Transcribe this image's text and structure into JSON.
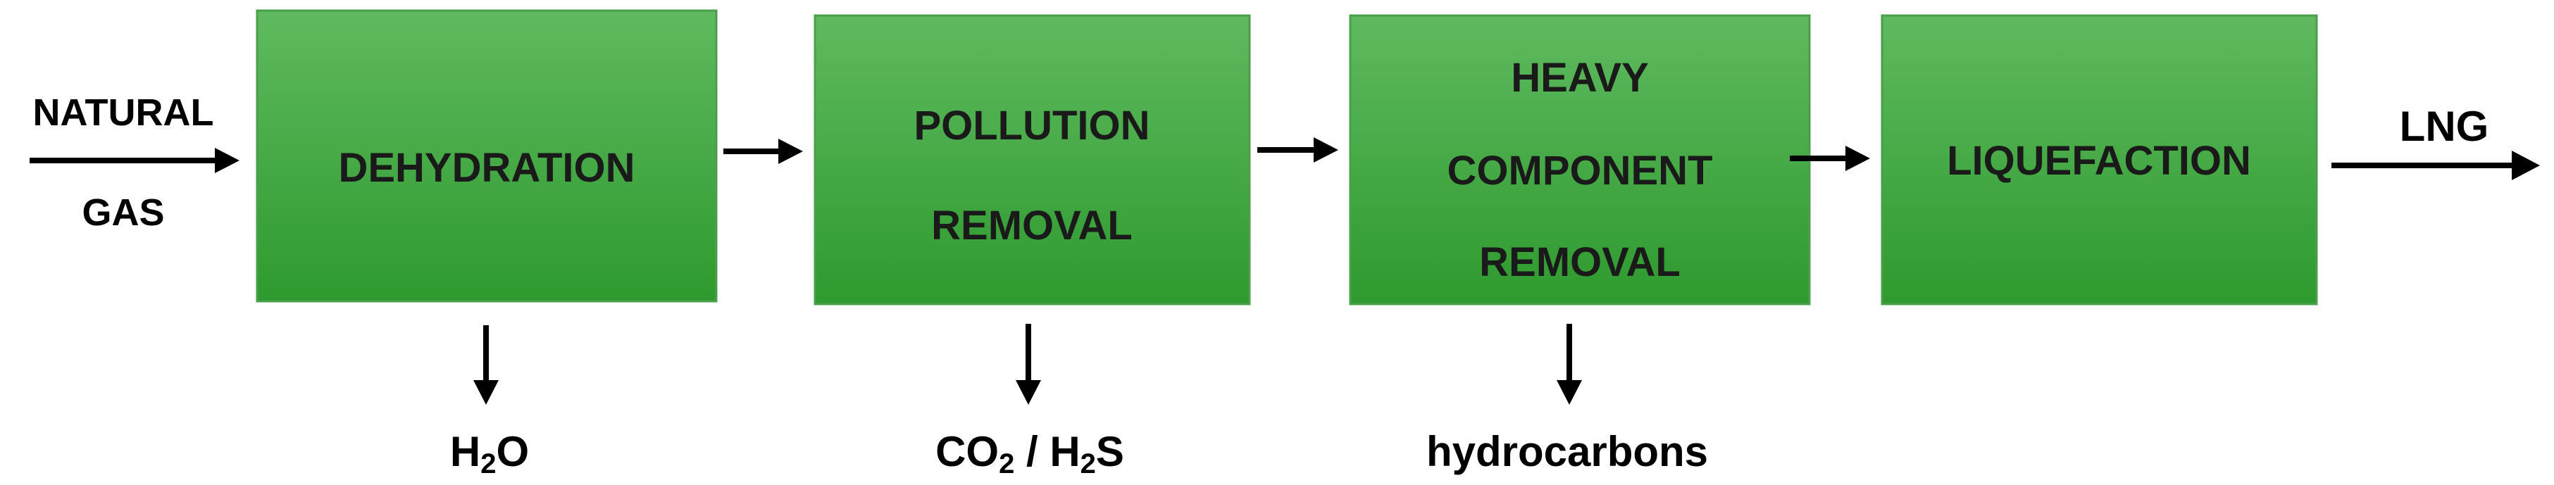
{
  "input": {
    "line1": "NATURAL",
    "line2": "GAS"
  },
  "output": {
    "label": "LNG"
  },
  "stages": [
    {
      "lines": [
        "DEHYDRATION"
      ]
    },
    {
      "lines": [
        "POLLUTION",
        "REMOVAL"
      ]
    },
    {
      "lines": [
        "HEAVY",
        "COMPONENT",
        "REMOVAL"
      ]
    },
    {
      "lines": [
        "LIQUEFACTION"
      ]
    }
  ],
  "byproducts": {
    "h2o": {
      "a": "H",
      "sub": "2",
      "b": "O"
    },
    "co2_h2s": {
      "a": "CO",
      "sub1": "2",
      "mid": " / H",
      "sub2": "2",
      "b": "S"
    },
    "hydrocarbons": "hydrocarbons"
  },
  "colors": {
    "box_top": "#5fba5f",
    "box_bottom": "#2e9a2e",
    "box_border": "#4aa04a",
    "text": "#1a1a1a"
  }
}
